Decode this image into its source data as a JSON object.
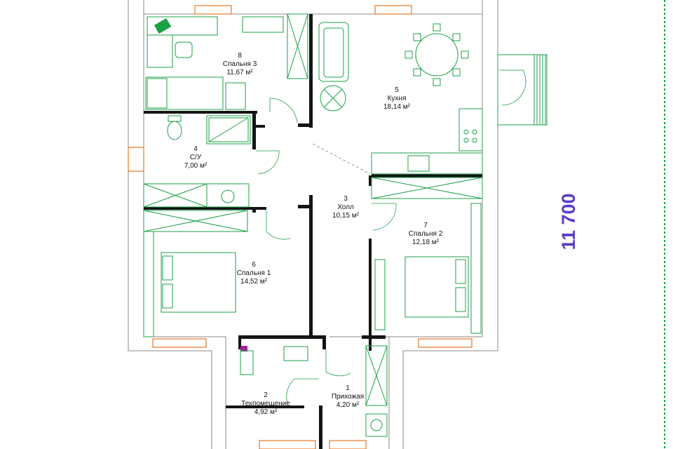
{
  "colors": {
    "furniture": "#1aa046",
    "walls": "#141414",
    "outer_wall": "#8a8a8a",
    "windows": "#e8741e",
    "dimension": "#5a3bc4",
    "appliance": "#a020a0"
  },
  "dimension": {
    "right": "11 700"
  },
  "rooms": [
    {
      "num": "1",
      "name": "Прихожая",
      "area": "4,20 м²"
    },
    {
      "num": "2",
      "name": "Техпомещение",
      "area": "4,92 м²"
    },
    {
      "num": "3",
      "name": "Холл",
      "area": "10,15 м²"
    },
    {
      "num": "4",
      "name": "С/У",
      "area": "7,00 м²"
    },
    {
      "num": "5",
      "name": "Кухня",
      "area": "18,14 м²"
    },
    {
      "num": "6",
      "name": "Спальня 1",
      "area": "14,52 м²"
    },
    {
      "num": "7",
      "name": "Спальня 2",
      "area": "12,18 м²"
    },
    {
      "num": "8",
      "name": "Спальня 3",
      "area": "11,67 м²"
    }
  ],
  "icons": [
    "desk-icon",
    "chair-icon",
    "bed-icon",
    "wardrobe-icon",
    "toilet-icon",
    "shower-icon",
    "washbasin-icon",
    "sofa-icon",
    "dining-table-icon",
    "stove-icon",
    "sink-icon",
    "boiler-icon",
    "door-icon",
    "window-icon",
    "terrace-icon"
  ]
}
